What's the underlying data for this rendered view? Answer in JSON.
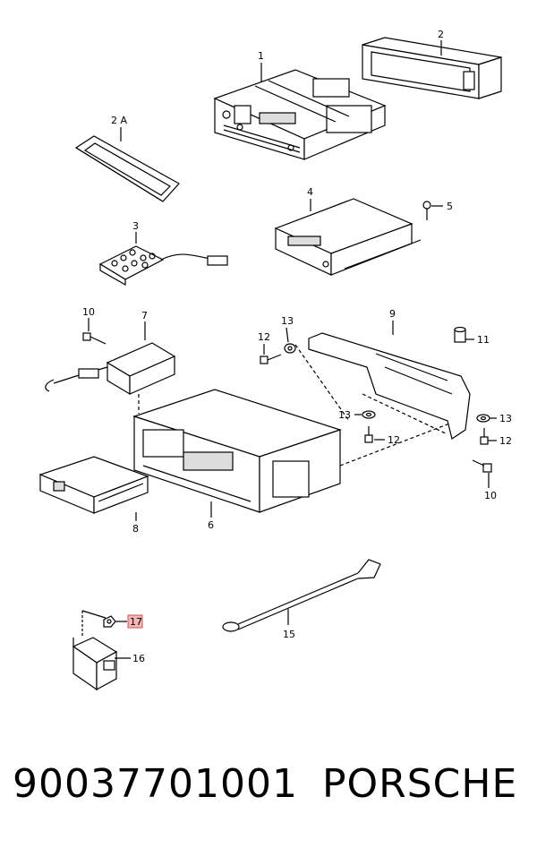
{
  "callouts": {
    "c1": "1",
    "c2": "2",
    "c2a": "2 A",
    "c3": "3",
    "c4": "4",
    "c5": "5",
    "c6": "6",
    "c7": "7",
    "c8": "8",
    "c9": "9",
    "c10a": "10",
    "c10b": "10",
    "c11": "11",
    "c12a": "12",
    "c12b": "12",
    "c12c": "12",
    "c13a": "13",
    "c13b": "13",
    "c13c": "13",
    "c15": "15",
    "c16": "16",
    "c17": "17"
  },
  "highlight_color": "#f2b8b8",
  "footer": {
    "part_number": "90037701001",
    "brand": "PORSCHE"
  }
}
